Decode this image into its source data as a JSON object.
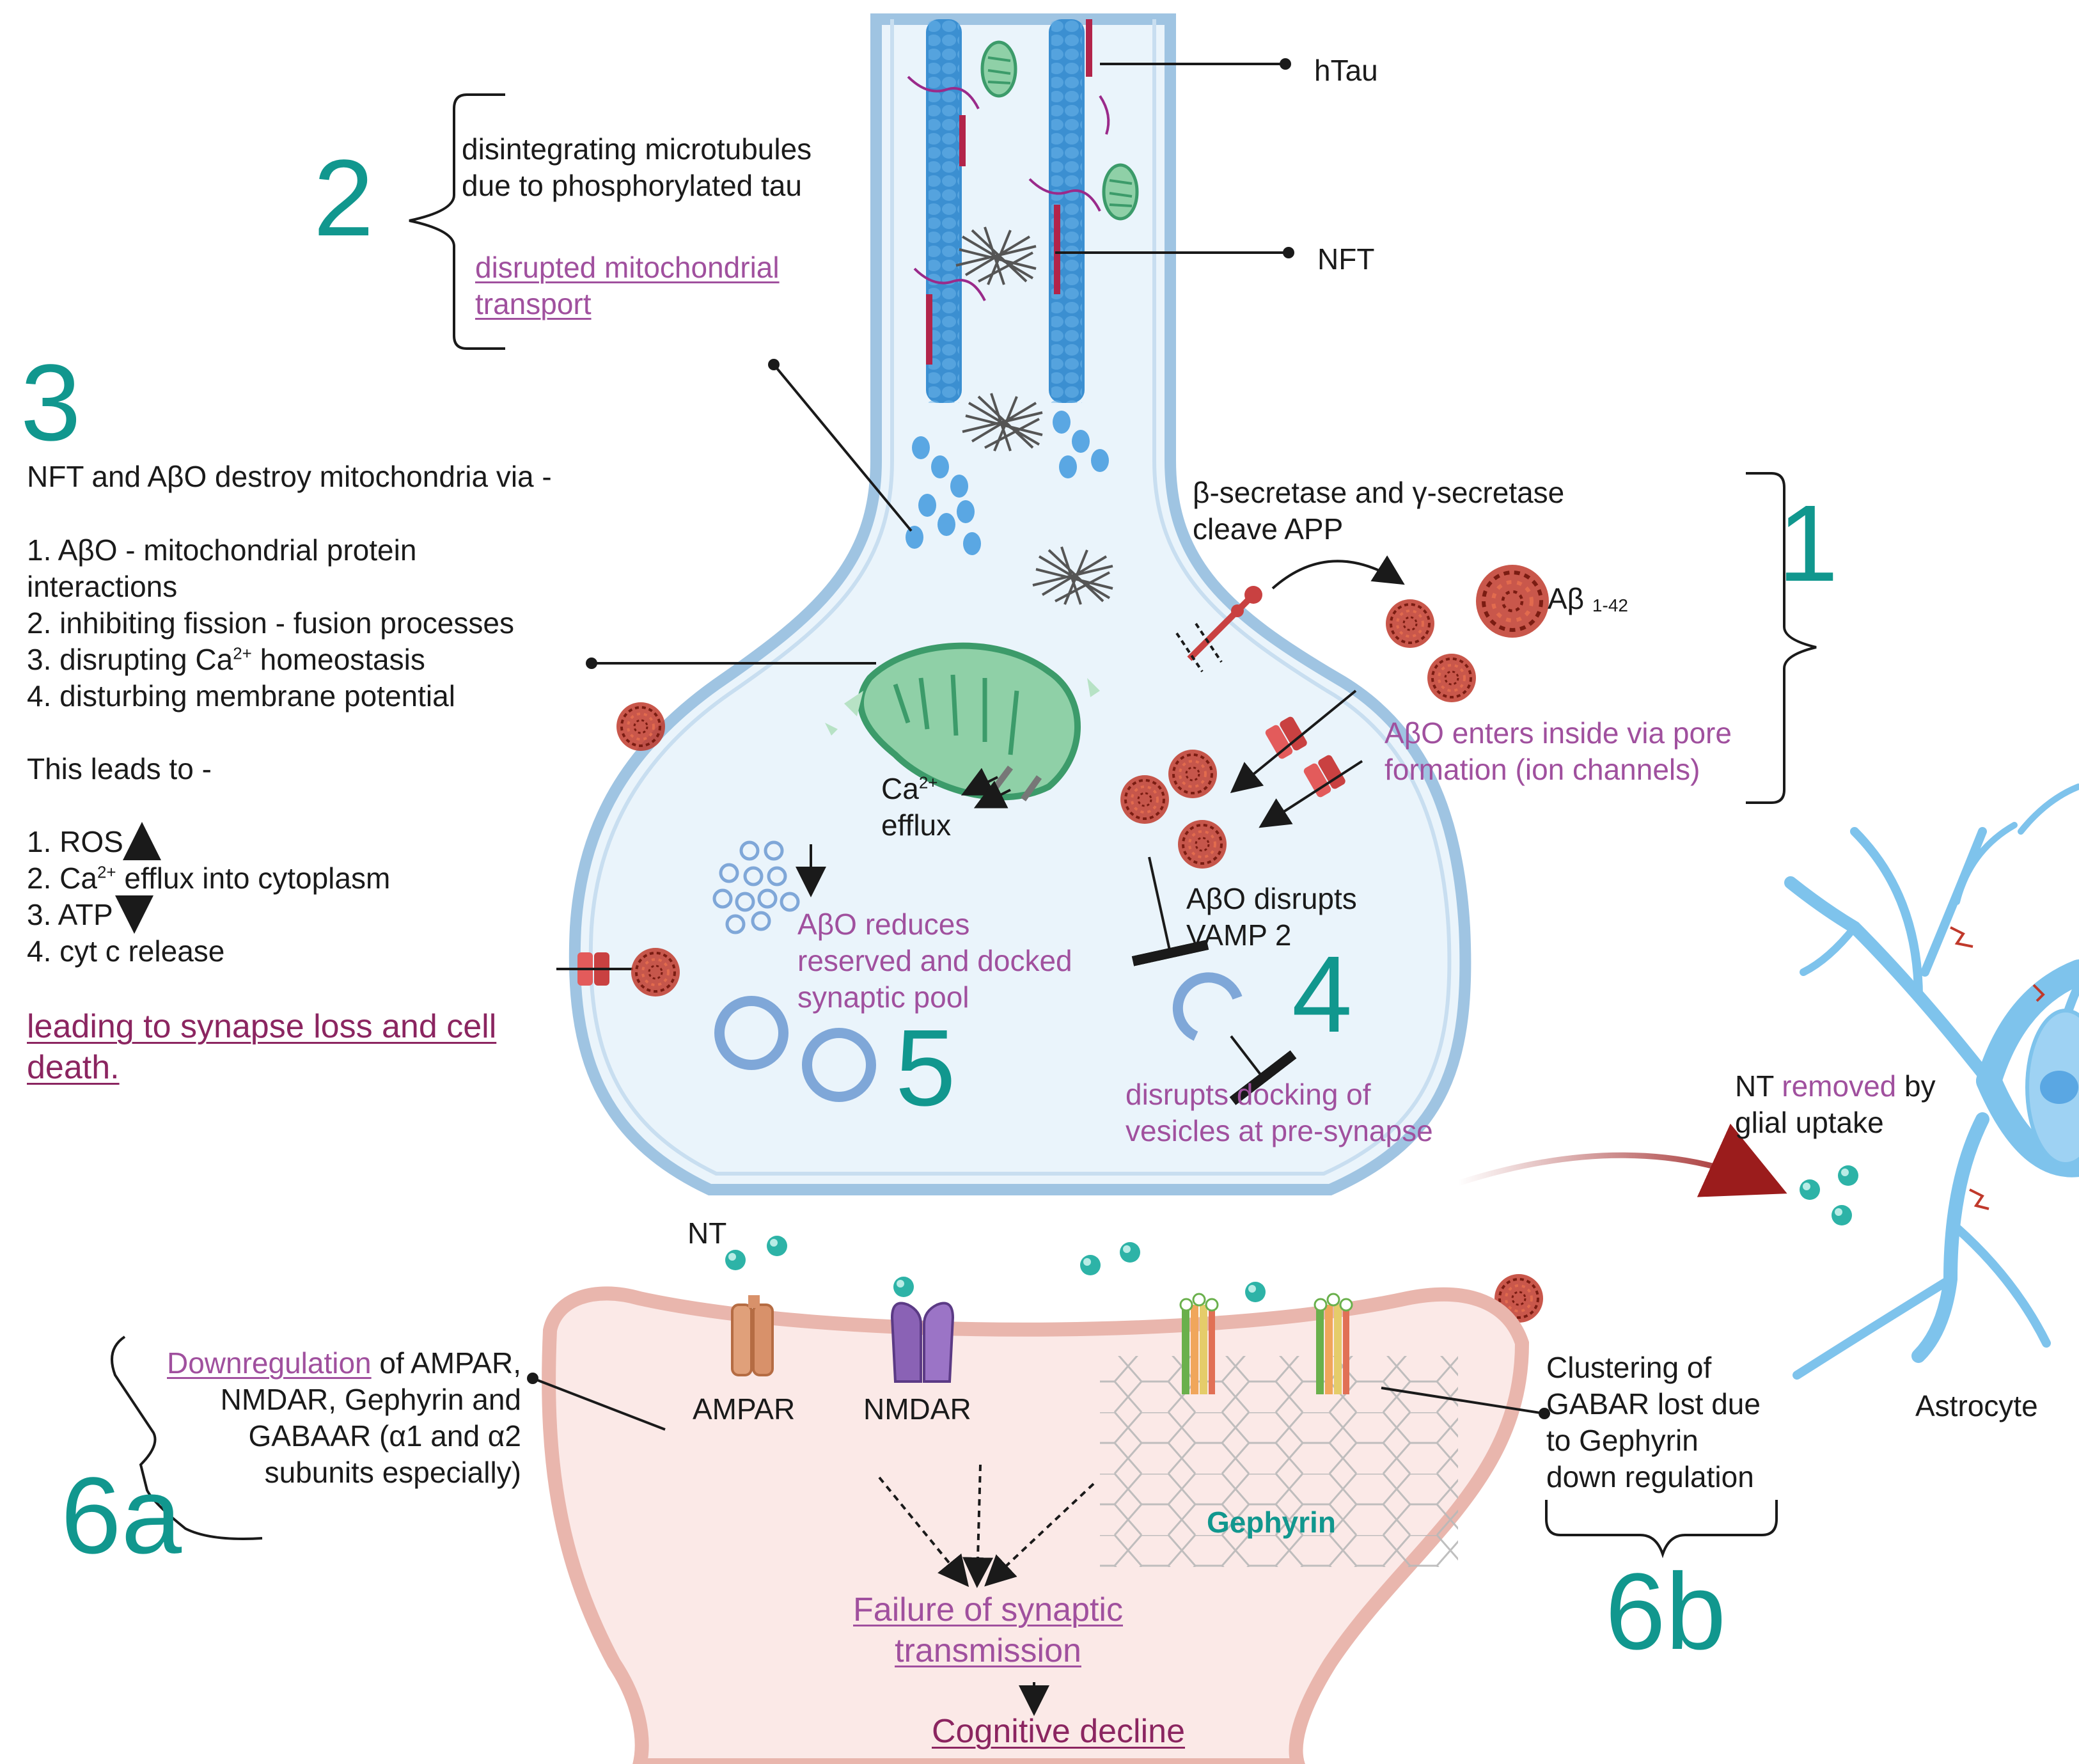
{
  "section2": {
    "number": "2",
    "line1": "disintegrating microtubules",
    "line2": "due to phosphorylated tau",
    "link1": "disrupted mitochondrial",
    "link2": "transport"
  },
  "callouts": {
    "htau": "hTau",
    "nft": "NFT"
  },
  "section3": {
    "number": "3",
    "heading": "NFT and AβO destroy mitochondria via -",
    "item1a": "1. AβO - mitochondrial protein",
    "item1b": "interactions",
    "item2": "2. inhibiting fission - fusion processes",
    "item3_pre": "3. disrupting Ca",
    "item3_sup": "2+",
    "item3_post": " homeostasis",
    "item4": "4. disturbing membrane potential",
    "leads": "This leads to -",
    "r1": "1. ROS",
    "r2_pre": "2. Ca",
    "r2_sup": "2+",
    "r2_post": " efflux into cytoplasm",
    "r3": "3. ATP",
    "r4": "4. cyt c release",
    "conclusion1": "leading to synapse loss and cell",
    "conclusion2": "death."
  },
  "section1": {
    "number": "1",
    "line1": "β-secretase and γ-secretase",
    "line2": "cleave APP",
    "abeta": "Aβ",
    "abeta_sub": "1-42",
    "pore1": "AβO enters inside via pore",
    "pore2": "formation (ion channels)"
  },
  "mito": {
    "ca": "Ca",
    "ca_sup": "2+",
    "efflux": "efflux"
  },
  "section4": {
    "number": "4",
    "vamp1": "AβO disrupts",
    "vamp2": "VAMP 2",
    "dock1": "disrupts docking of",
    "dock2": "vesicles at pre-synapse"
  },
  "section5": {
    "number": "5",
    "l1": "AβO reduces",
    "l2": "reserved and docked",
    "l3": "synaptic pool"
  },
  "glia": {
    "nt": "NT",
    "removed": " removed",
    "by": " by",
    "l2": "glial uptake",
    "astrocyte": "Astrocyte"
  },
  "cleft": {
    "nt": "NT"
  },
  "receptors": {
    "ampar": "AMPAR",
    "nmdar": "NMDAR",
    "gephyrin": "Gephyrin"
  },
  "section6a": {
    "number": "6a",
    "link": "Downregulation",
    "l1_post": " of AMPAR,",
    "l2": "NMDAR, Gephyrin and",
    "l3": "GABAAR (α1 and α2",
    "l4": "subunits especially)"
  },
  "section6b": {
    "number": "6b",
    "l1": "Clustering of",
    "l2": "GABAR lost due",
    "l3": "to Gephyrin",
    "l4": "down regulation"
  },
  "outcome": {
    "fail1": "Failure of synaptic",
    "fail2": "transmission",
    "decline": "Cognitive decline"
  },
  "colors": {
    "teal_numbers": "#11978e",
    "purple_text": "#a0509e",
    "dark_link": "#8b2560",
    "neuron_fill": "#eaf4fb",
    "neuron_membrane": "#9fc4e2",
    "postsynapse_fill": "#fbe9e7",
    "postsynapse_membrane": "#e9b6ad",
    "mitochondria": "#3c9b6a",
    "amyloid": "#c0392b",
    "astrocyte": "#7ec3ec"
  }
}
